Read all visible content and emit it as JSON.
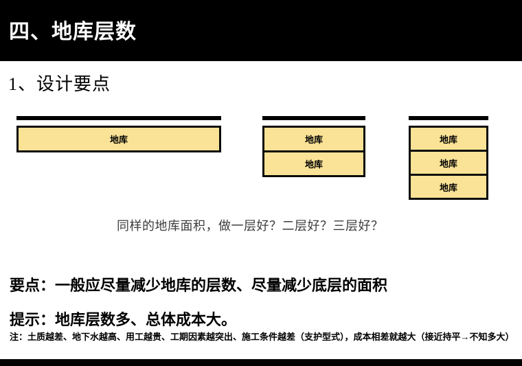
{
  "header": {
    "title": "四、地库层数"
  },
  "section": {
    "heading": "1、设计要点"
  },
  "diagrams": {
    "box_label": "地库",
    "groups": [
      {
        "name": "one-level-basement",
        "levels": 1
      },
      {
        "name": "two-level-basement",
        "levels": 2
      },
      {
        "name": "three-level-basement",
        "levels": 3
      }
    ],
    "caption": "同样的地库面积，做一层好？二层好？三层好？"
  },
  "keypoint": "要点：一般应尽量减少地库的层数、尽量减少底层的面积",
  "hint": "提示：地库层数多、总体成本大。",
  "note": "注：土质越差、地下水越高、用工越贵、工期因素越突出、施工条件越差（支护型式），成本相差就越大（接近持平→不知多大）",
  "colors": {
    "header_bg": "#000000",
    "title_text": "#ffffff",
    "box_fill": "#FAE396",
    "box_border": "#000000",
    "caption_text": "#3c3c3c",
    "footer_bg": "#000000"
  }
}
